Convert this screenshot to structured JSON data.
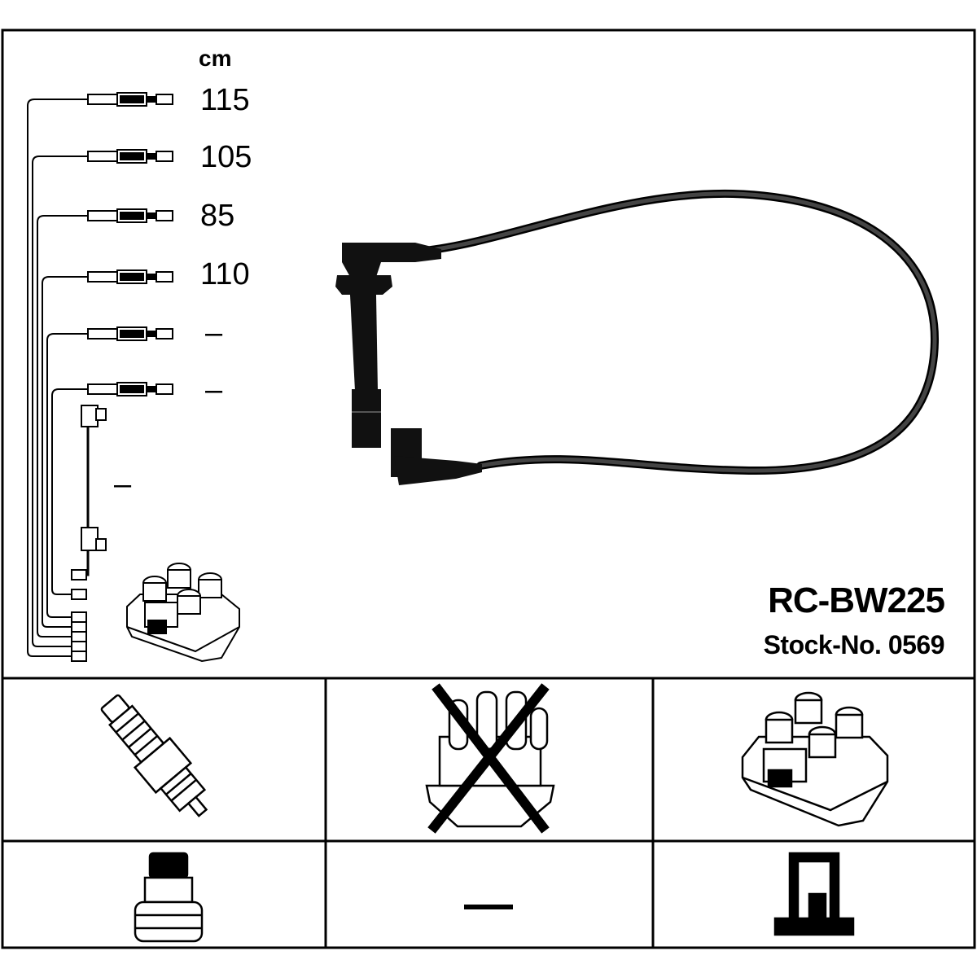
{
  "header": {
    "unit": "cm",
    "cable_lengths": [
      "115",
      "105",
      "85",
      "110",
      "–",
      "–",
      "–"
    ]
  },
  "product": {
    "code": "RC-BW225",
    "stock": "Stock-No. 0569"
  },
  "compatibility": {
    "ignition_lead_symbol": "—"
  }
}
